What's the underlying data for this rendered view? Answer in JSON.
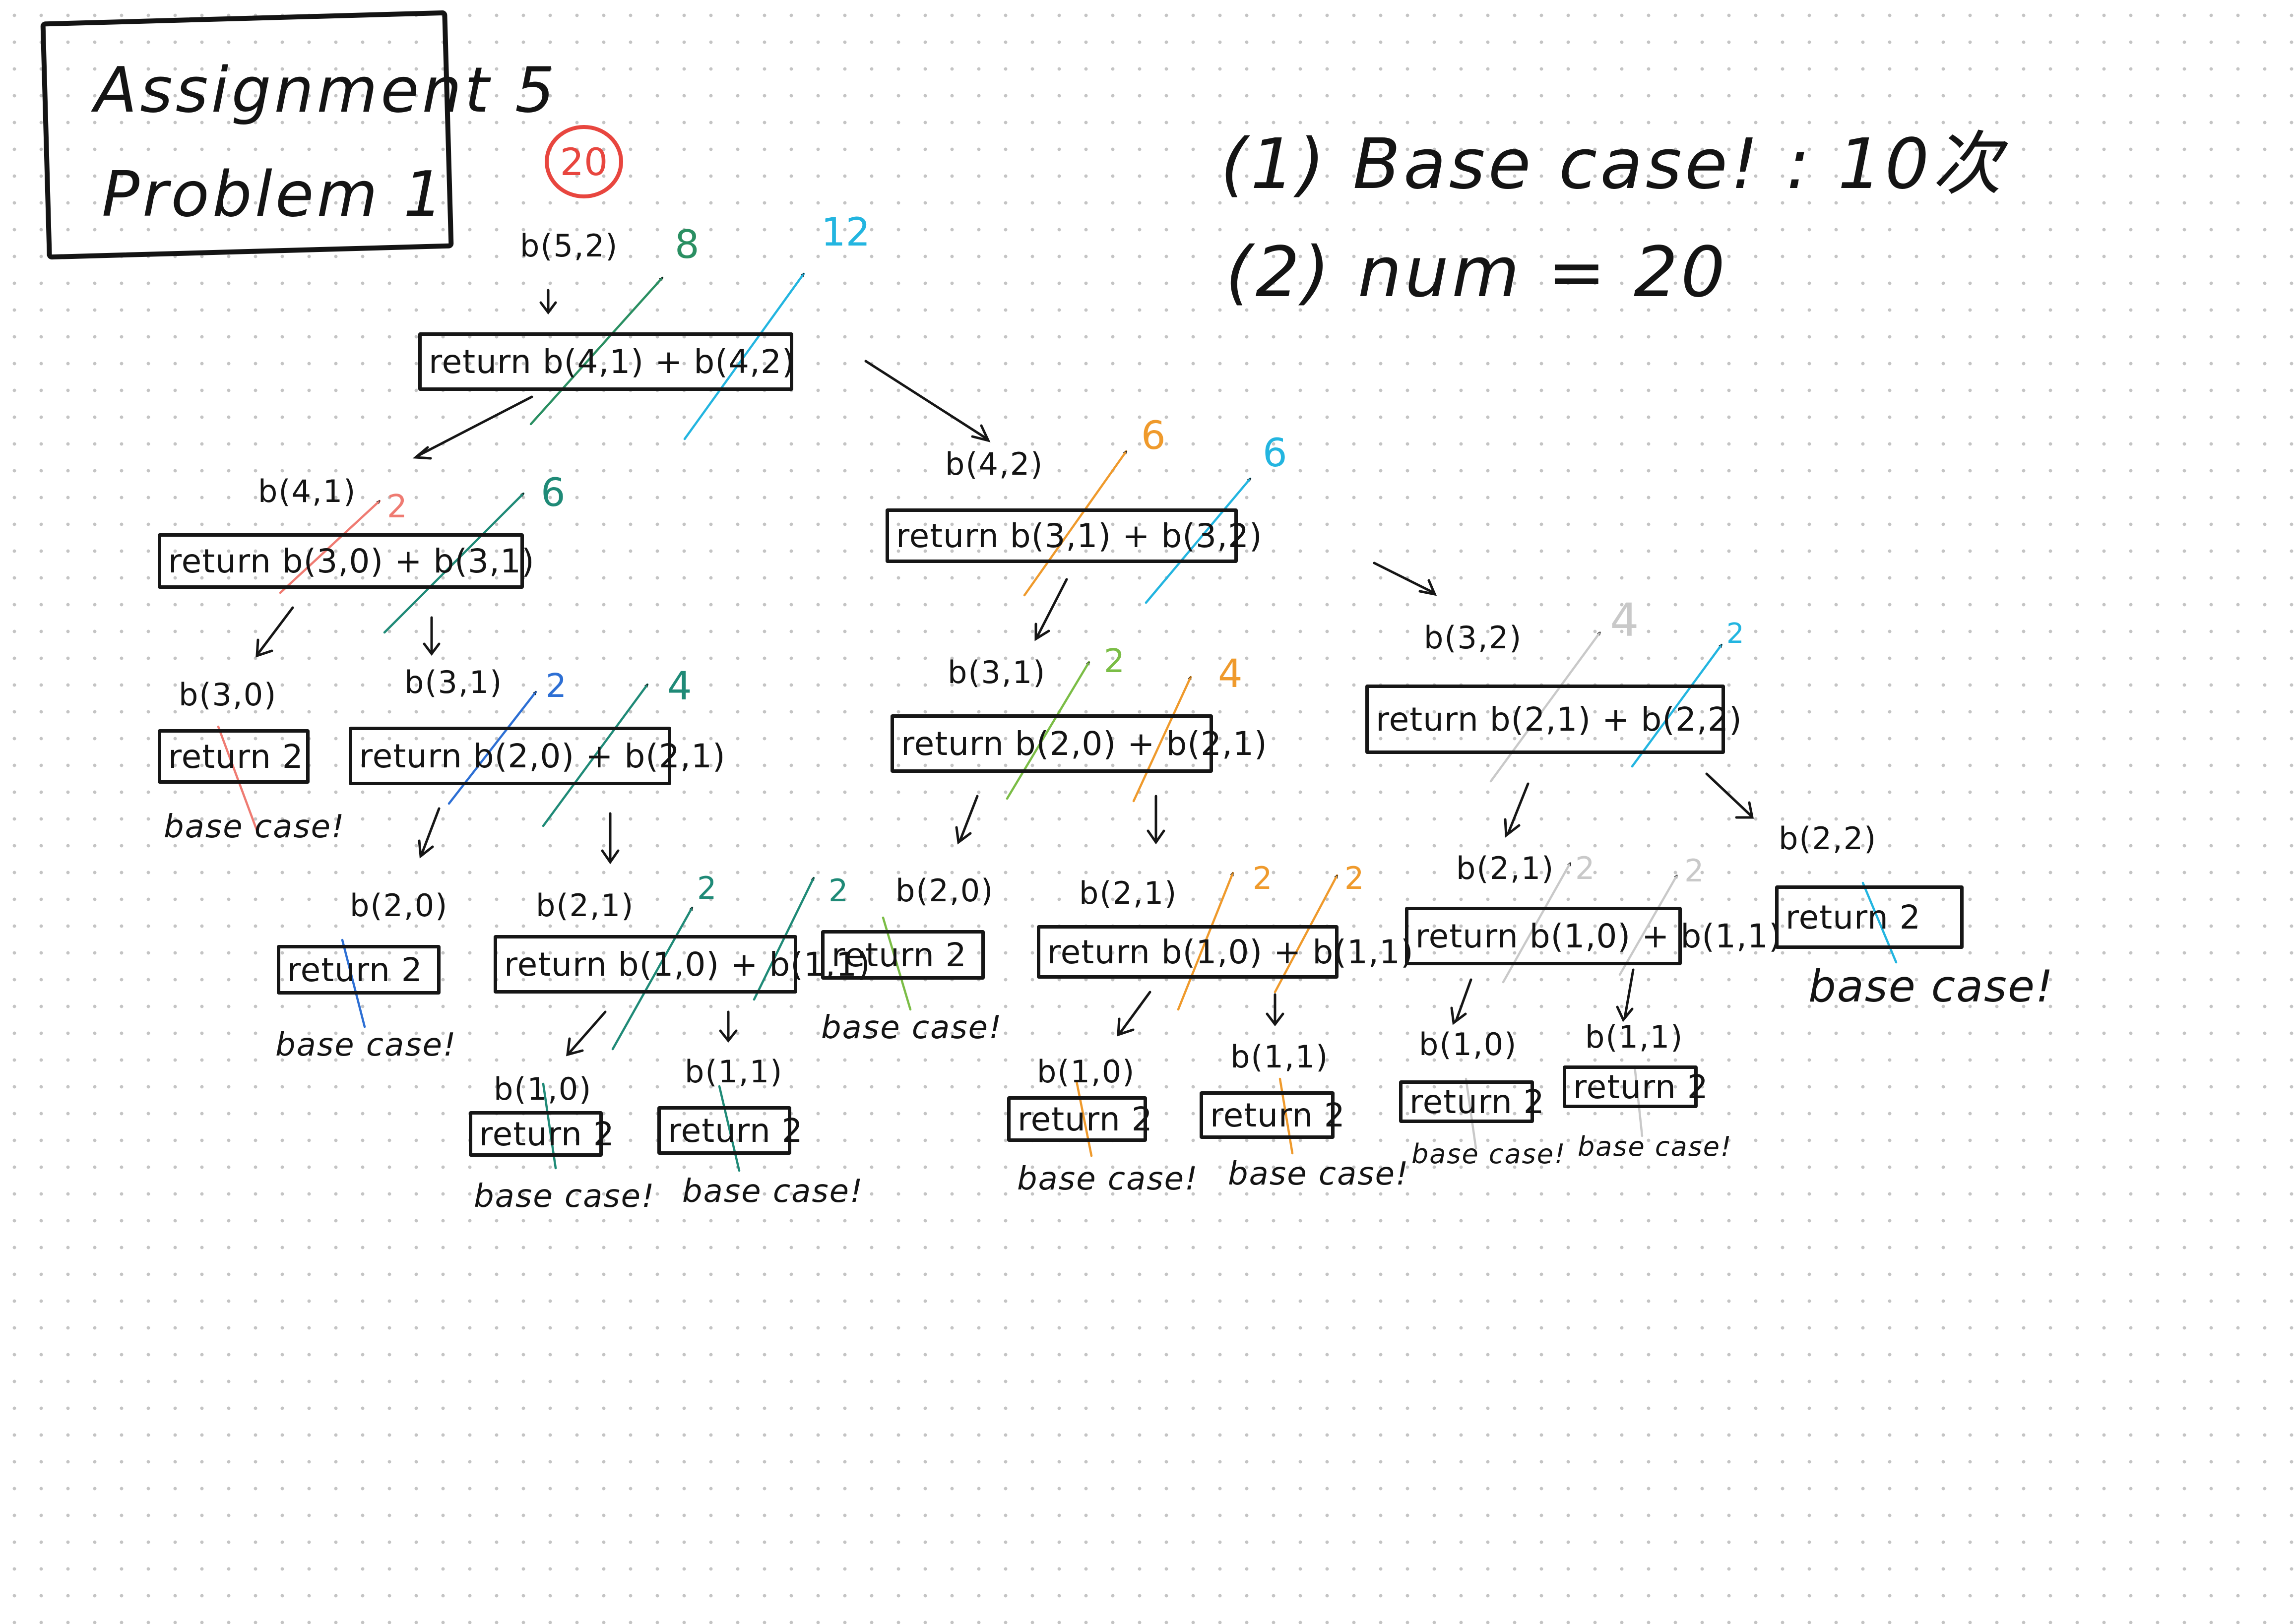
{
  "header": {
    "title_line1": "Assignment 5",
    "title_line2": "Problem 1",
    "total": "20"
  },
  "answers": {
    "line1": "(1) Base case! : 10次",
    "line2": "(2) num = 20"
  },
  "colors": {
    "ink": "#141414",
    "grid_dot": "#c4c4c4",
    "circle": "#e8463f",
    "green": "#2a8f62",
    "cyan": "#23b5e0",
    "orange": "#ef9a2c",
    "salmon": "#ef7b72",
    "blue": "#2d6fd4",
    "teal": "#1f8a77",
    "lime": "#7bbd46",
    "gray": "#c9c9c9"
  },
  "tree": {
    "labels": [
      "b(5,2)",
      "b(4,1)",
      "b(4,2)",
      "b(3,0)",
      "b(3,1)",
      "b(3,1)",
      "b(3,2)",
      "b(2,0)",
      "b(2,1)",
      "b(2,0)",
      "b(2,1)",
      "b(2,1)",
      "b(2,2)",
      "b(1,0)",
      "b(1,1)",
      "b(1,0)",
      "b(1,1)",
      "b(1,0)",
      "b(1,1)"
    ],
    "boxes": [
      "return b(4,1) + b(4,2)",
      "return b(3,0) + b(3,1)",
      "return b(3,1) + b(3,2)",
      "return 2",
      "return b(2,0) + b(2,1)",
      "return b(2,0) + b(2,1)",
      "return b(2,1) + b(2,2)",
      "return 2",
      "return b(1,0) + b(1,1)",
      "return 2",
      "return b(1,0) + b(1,1)",
      "return b(1,0) + b(1,1)",
      "return 2",
      "return 2",
      "return 2",
      "return 2",
      "return 2",
      "return 2",
      "return 2"
    ],
    "notes": [
      "base case!",
      "base case!",
      "base case!",
      "base case!",
      "base case!",
      "base case!",
      "base case!",
      "base case!",
      "base case!",
      "base case!"
    ],
    "values": [
      "8",
      "12",
      "2",
      "6",
      "6",
      "6",
      "2",
      "4",
      "2",
      "4",
      "4",
      "2",
      "2",
      "2",
      "2",
      "2",
      "2",
      "2",
      "2"
    ]
  }
}
